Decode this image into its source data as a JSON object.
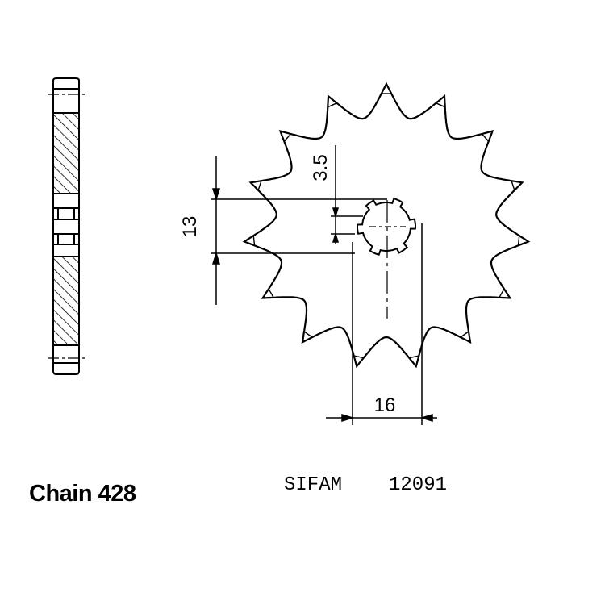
{
  "chain_label": "Chain 428",
  "brand": "SIFAM",
  "part_number": "12091",
  "dimensions": {
    "keyway": "3.5",
    "height": "13",
    "width": "16"
  },
  "sprocket": {
    "teeth": 15
  },
  "colors": {
    "line": "#000000",
    "background": "#ffffff"
  }
}
